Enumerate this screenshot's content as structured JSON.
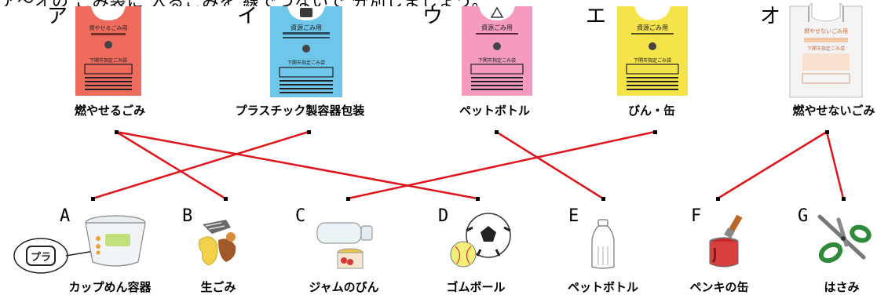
{
  "heading_partial": "ア〜オの ごみ袋に 入るごみを 線でつないで 分別しましょう。",
  "bag_letters": [
    "ア",
    "イ",
    "ウ",
    "エ",
    "オ"
  ],
  "bag_labels": [
    "燃やせるごみ",
    "プラスチック製容器包装",
    "ペットボトル",
    "びん・缶",
    "燃やせないごみ"
  ],
  "bag_prints": {
    "a_title": "燃やせるごみ用",
    "b_title": "資源ごみ用",
    "c_title": "資源ごみ用",
    "d_title": "資源ごみ用",
    "e_title": "燃やせないごみ用",
    "city_bag": "下関市指定ごみ袋"
  },
  "item_letters": [
    "A",
    "B",
    "C",
    "D",
    "E",
    "F",
    "G"
  ],
  "item_labels": [
    "カップめん容器",
    "生ごみ",
    "ジャムのびん",
    "ゴムボール",
    "ペットボトル",
    "ペンキの缶",
    "はさみ"
  ],
  "plastic_mark": "プラ",
  "colors": {
    "line": "#e0141b",
    "bag_red": "#ee6b5e",
    "bag_blue": "#6ec6ea",
    "bag_pink": "#f59bc0",
    "bag_yellow": "#f5e34a",
    "bag_white": "#f4f4f4"
  },
  "connections": [
    {
      "from": "ア",
      "to": "B"
    },
    {
      "from": "ア",
      "to": "D"
    },
    {
      "from": "イ",
      "to": "A"
    },
    {
      "from": "ウ",
      "to": "E"
    },
    {
      "from": "エ",
      "to": "C"
    },
    {
      "from": "オ",
      "to": "F"
    },
    {
      "from": "オ",
      "to": "G"
    }
  ]
}
